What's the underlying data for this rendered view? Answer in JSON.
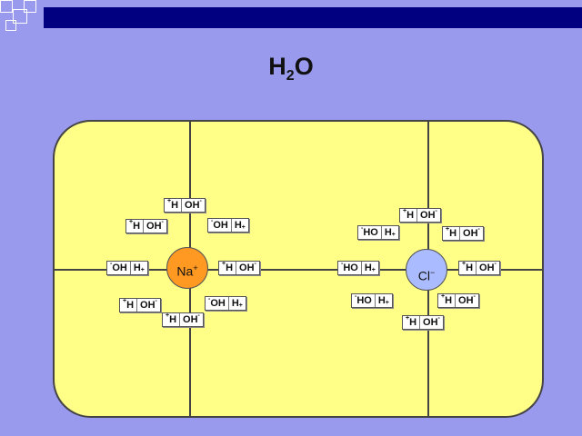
{
  "title": {
    "main": "H",
    "subscript": "2",
    "tail": "O"
  },
  "colors": {
    "background": "#9999ee",
    "panel": "#ffff88",
    "sodium": "#ff9922",
    "chloride": "#aabbff",
    "header_bar": "#000080"
  },
  "ions": {
    "sodium": {
      "symbol": "Na",
      "charge": "+"
    },
    "chloride": {
      "symbol": "Cl",
      "charge": "−"
    }
  },
  "molecules": [
    {
      "group": "sodium",
      "cells": [
        [
          "+",
          "H",
          ""
        ],
        [
          "",
          "OH",
          "-"
        ]
      ]
    },
    {
      "group": "sodium",
      "cells": [
        [
          "+",
          "H",
          ""
        ],
        [
          "",
          "OH",
          "-"
        ]
      ]
    },
    {
      "group": "sodium",
      "cells": [
        [
          "-",
          "OH",
          ""
        ],
        [
          "",
          "H",
          "+"
        ]
      ]
    },
    {
      "group": "sodium",
      "cells": [
        [
          "+",
          "H",
          ""
        ],
        [
          "",
          "OH",
          "-"
        ]
      ]
    },
    {
      "group": "sodium",
      "cells": [
        [
          "-",
          "OH",
          ""
        ],
        [
          "",
          "H",
          "+"
        ]
      ]
    },
    {
      "group": "sodium",
      "cells": [
        [
          "+",
          "H",
          ""
        ],
        [
          "",
          "OH",
          "-"
        ]
      ]
    },
    {
      "group": "sodium",
      "cells": [
        [
          "-",
          "OH",
          ""
        ],
        [
          "",
          "H",
          "+"
        ]
      ]
    },
    {
      "group": "sodium",
      "cells": [
        [
          "+",
          "H",
          ""
        ],
        [
          "",
          "OH",
          "-"
        ]
      ]
    },
    {
      "group": "chloride",
      "cells": [
        [
          "+",
          "H",
          ""
        ],
        [
          "",
          "OH",
          "-"
        ]
      ]
    },
    {
      "group": "chloride",
      "cells": [
        [
          "-",
          "HO",
          ""
        ],
        [
          "",
          "H",
          "+"
        ]
      ]
    },
    {
      "group": "chloride",
      "cells": [
        [
          "+",
          "H",
          ""
        ],
        [
          "",
          "OH",
          "-"
        ]
      ]
    },
    {
      "group": "chloride",
      "cells": [
        [
          "-",
          "HO",
          ""
        ],
        [
          "",
          "H",
          "+"
        ]
      ]
    },
    {
      "group": "chloride",
      "cells": [
        [
          "+",
          "H",
          ""
        ],
        [
          "",
          "OH",
          "-"
        ]
      ]
    },
    {
      "group": "chloride",
      "cells": [
        [
          "-",
          "HO",
          ""
        ],
        [
          "",
          "H",
          "+"
        ]
      ]
    },
    {
      "group": "chloride",
      "cells": [
        [
          "+",
          "H",
          ""
        ],
        [
          "",
          "OH",
          "-"
        ]
      ]
    },
    {
      "group": "chloride",
      "cells": [
        [
          "+",
          "H",
          ""
        ],
        [
          "",
          "OH",
          "-"
        ]
      ]
    }
  ]
}
